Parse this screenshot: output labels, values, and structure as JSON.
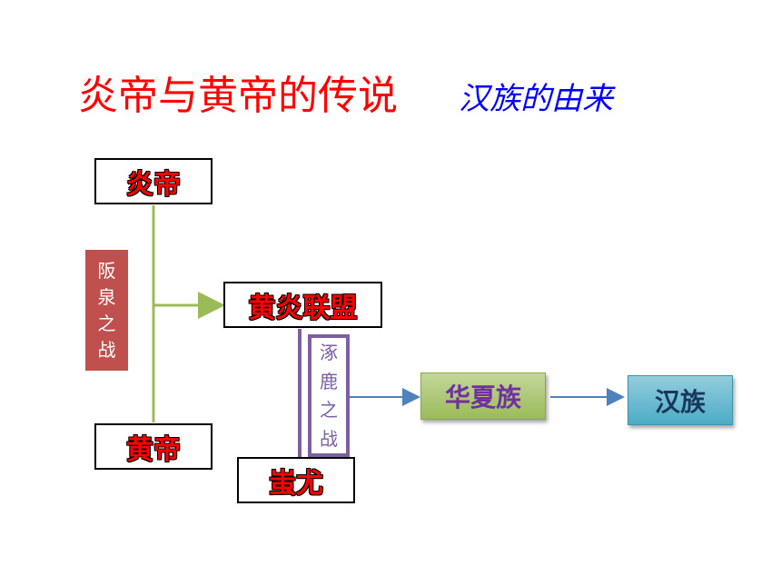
{
  "header": {
    "title": "炎帝与黄帝的传说",
    "subtitle": "汉族的由来"
  },
  "nodes": {
    "yandi": "炎帝",
    "huangdi": "黄帝",
    "alliance": "黄炎联盟",
    "chiyou": "蚩尤",
    "huaxia": "华夏族",
    "hanzu": "汉族"
  },
  "battles": {
    "banquan": [
      "阪",
      "泉",
      "之",
      "战"
    ],
    "zhuolu": [
      "涿",
      "鹿",
      "之",
      "战"
    ]
  },
  "colors": {
    "title": "#ff0000",
    "subtitle": "#0000ff",
    "banquan_bg": "#c0504d",
    "zhuolu_bg": "#7b5fa0",
    "green_line": "#9bbb59",
    "purple_line": "#7b5fa0",
    "blue_arrow": "#4f81bd",
    "huaxia_bg": "#9bbb59",
    "hanzu_bg": "#4bacc6"
  }
}
